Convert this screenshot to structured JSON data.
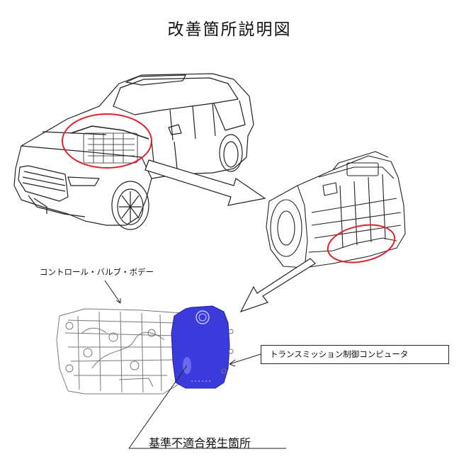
{
  "title": "改善箇所説明図",
  "labels": {
    "control_valve_body": "コントロール・バルブ・ボデー",
    "tcm": "トランスミッション制御コンピュータ",
    "defect_location": "基準不適合発生箇所"
  },
  "colors": {
    "highlight_circle": "#e0202a",
    "tcm_fill": "#3b3bdc",
    "line_art": "#222222"
  }
}
